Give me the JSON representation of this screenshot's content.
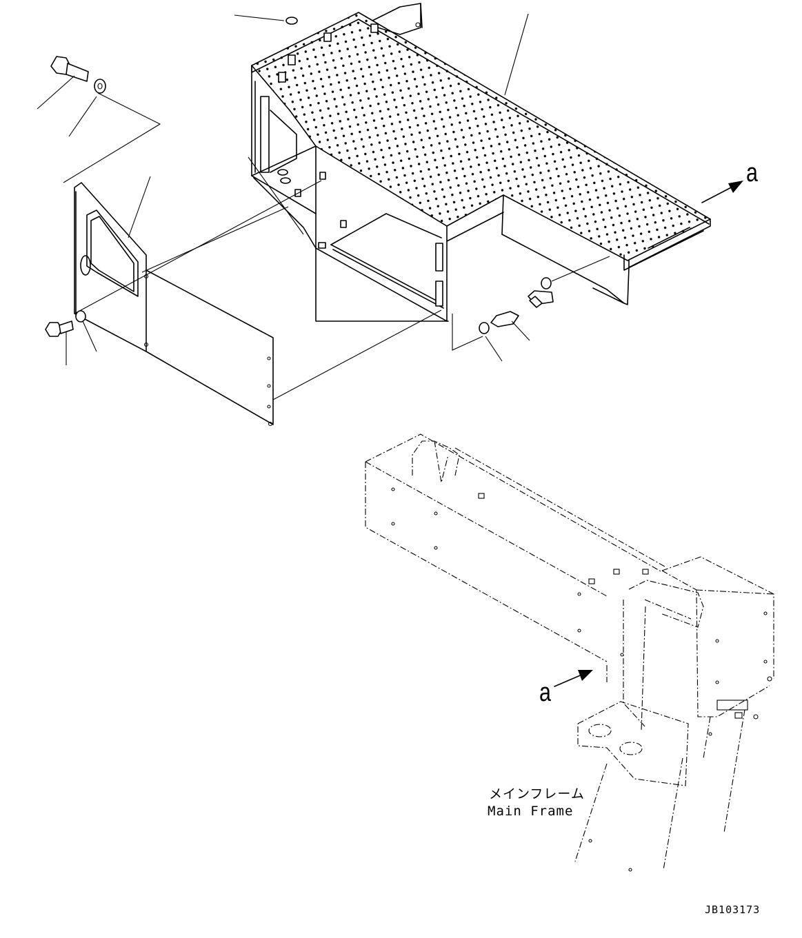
{
  "diagram": {
    "reference_arrows": {
      "upper_label": "a",
      "lower_label": "a"
    },
    "frame_note": {
      "japanese": "メインフレーム",
      "english": "Main Frame"
    },
    "drawing_number": "JB103173"
  }
}
